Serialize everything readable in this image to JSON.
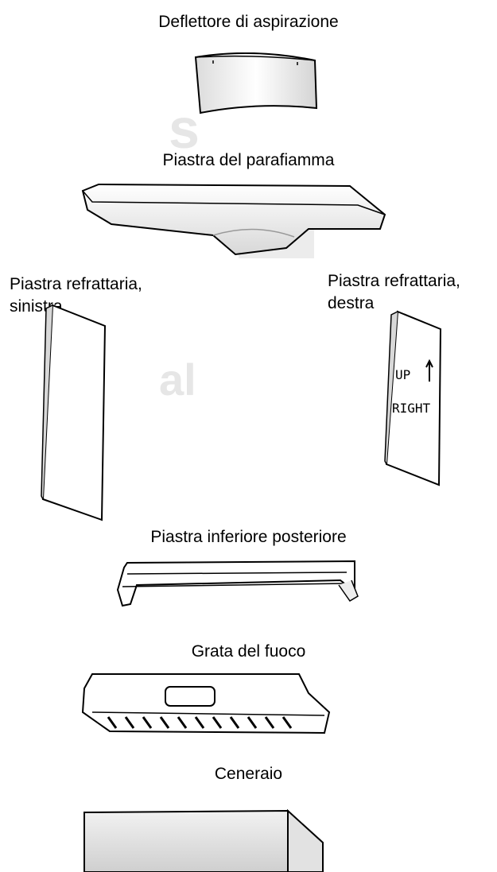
{
  "parts": {
    "intake_deflector": "Deflettore di aspirazione",
    "flame_guard_plate": "Piastra del parafiamma",
    "refractory_left": [
      "Piastra refrattaria,",
      "sinistra"
    ],
    "refractory_right": [
      "Piastra refrattaria,",
      "destra"
    ],
    "rear_bottom_plate": "Piastra inferiore posteriore",
    "fire_grate": "Grata del fuoco",
    "ash_pan": "Ceneraio"
  },
  "panel_markings": {
    "up": "UP",
    "right": "RIGHT"
  },
  "colors": {
    "line": "#000000",
    "surface": "#ffffff",
    "shade": "#c8c8c8",
    "watermark": "#e6e6e6"
  }
}
